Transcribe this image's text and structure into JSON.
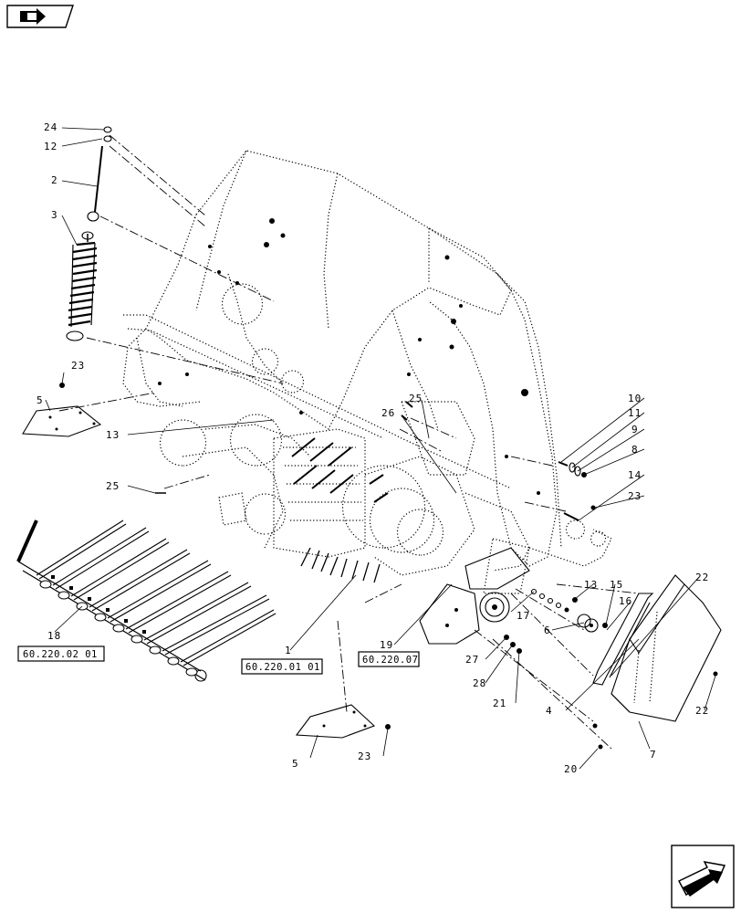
{
  "navigation": {
    "top_icon": "page-back-icon",
    "bottom_icon": "next-page-arrow-icon"
  },
  "callouts": {
    "c24": "24",
    "c12": "12",
    "c2": "2",
    "c3": "3",
    "c23a": "23",
    "c5a": "5",
    "c13a": "13",
    "c25a": "25",
    "c25b": "25",
    "c26": "26",
    "c10": "10",
    "c11": "11",
    "c9": "9",
    "c8": "8",
    "c14": "14",
    "c23b": "23",
    "c13b": "13",
    "c15": "15",
    "c16": "16",
    "c17": "17",
    "c6": "6",
    "c22a": "22",
    "c18": "18",
    "c1": "1",
    "c19": "19",
    "c27": "27",
    "c28": "28",
    "c21": "21",
    "c4": "4",
    "c22b": "22",
    "c7": "7",
    "c5b": "5",
    "c23c": "23",
    "c20": "20"
  },
  "references": {
    "ref18": "60.220.02 01",
    "ref1": "60.220.01 01",
    "ref19": "60.220.07"
  }
}
